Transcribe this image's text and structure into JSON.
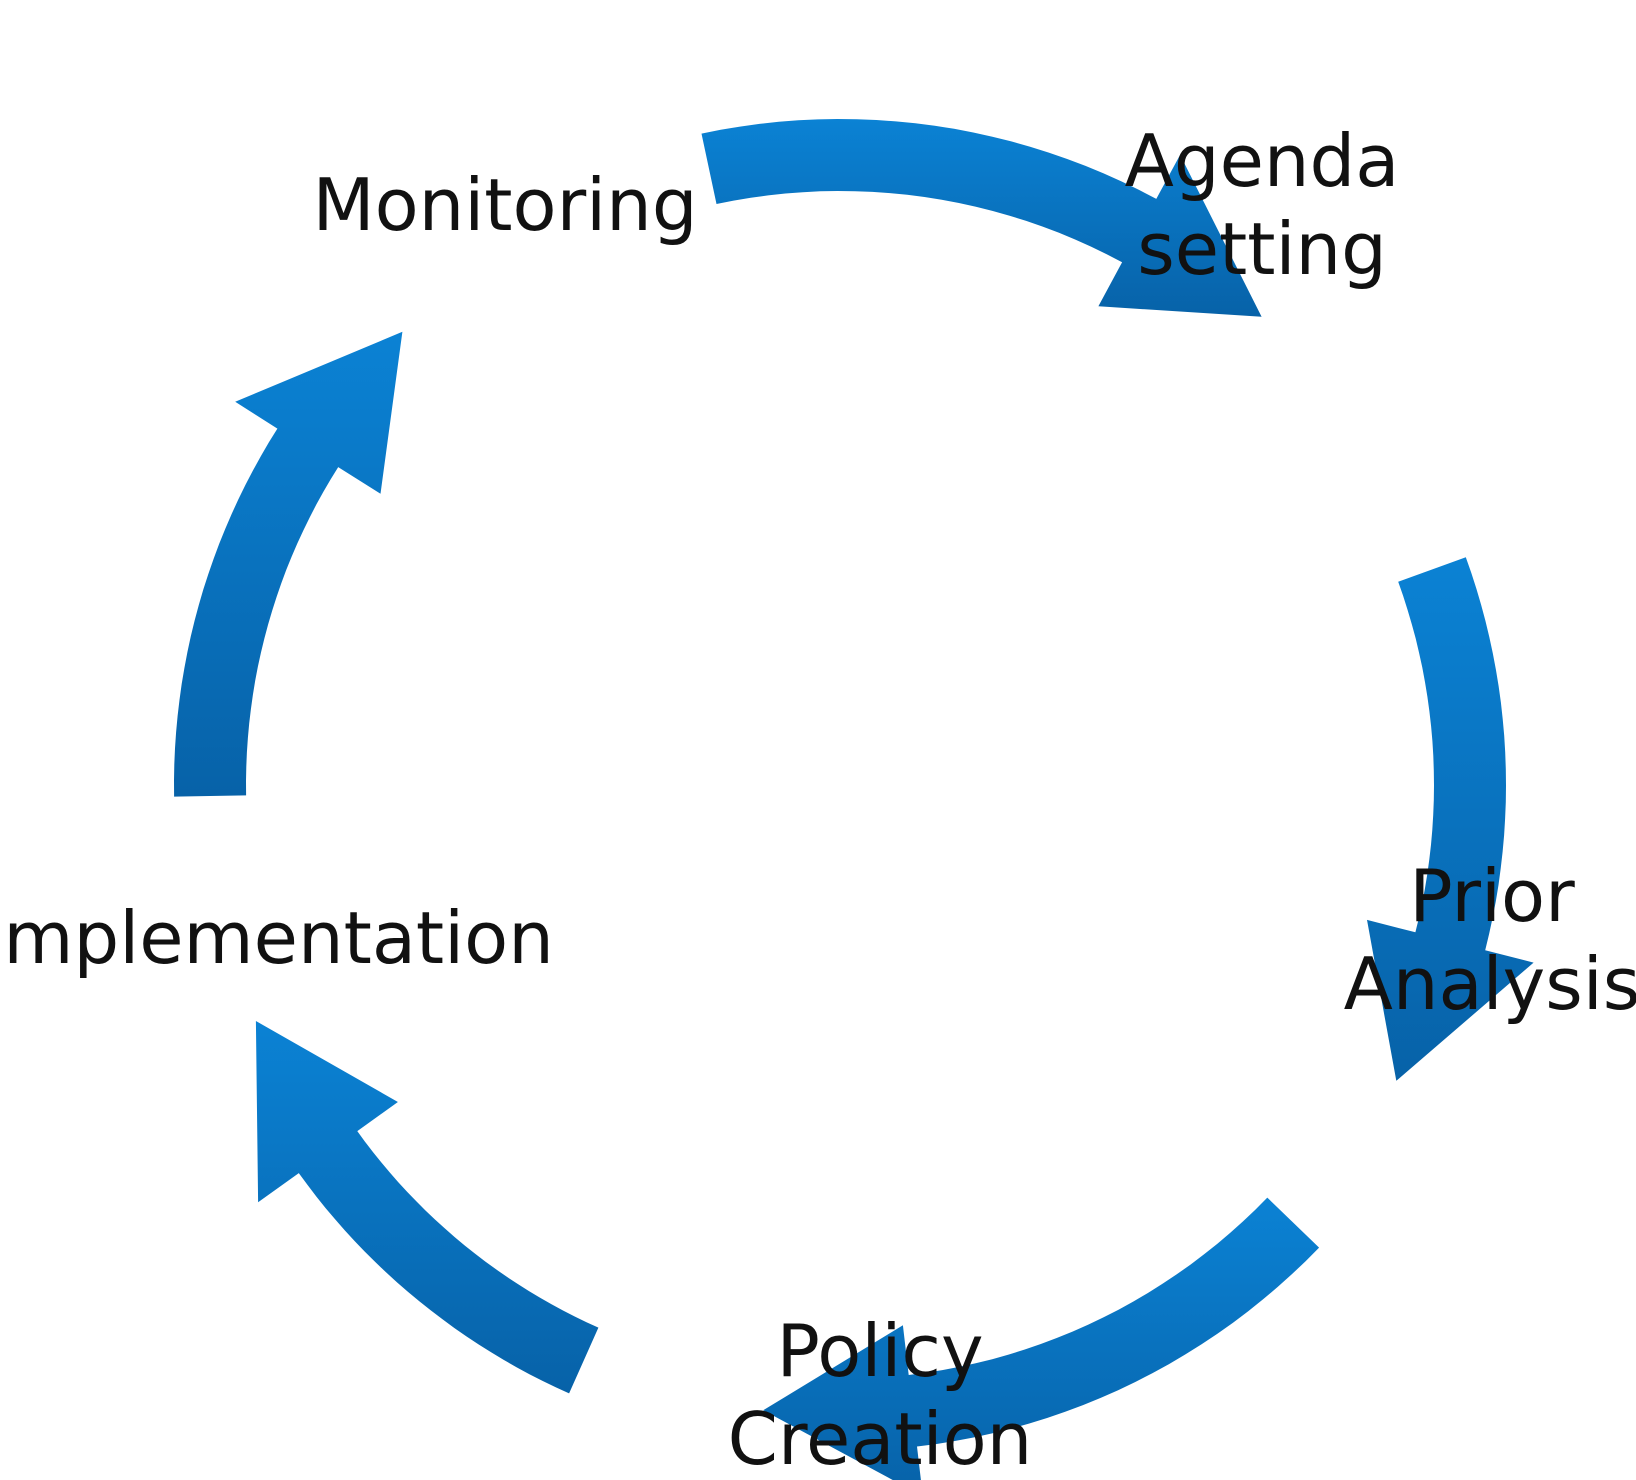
{
  "stages": [
    {
      "id": "agenda-setting",
      "lines": [
        "Agenda",
        "setting"
      ]
    },
    {
      "id": "prior-analysis",
      "lines": [
        "Prior",
        "Analysis"
      ]
    },
    {
      "id": "policy-creation",
      "lines": [
        "Policy",
        "Creation"
      ]
    },
    {
      "id": "implementation",
      "lines": [
        "Implementation"
      ]
    },
    {
      "id": "monitoring",
      "lines": [
        "Monitoring"
      ]
    }
  ],
  "colors": {
    "arrow_top": "#0b82d4",
    "arrow_bottom": "#0762a8",
    "text": "#111111",
    "background": "#ffffff"
  }
}
